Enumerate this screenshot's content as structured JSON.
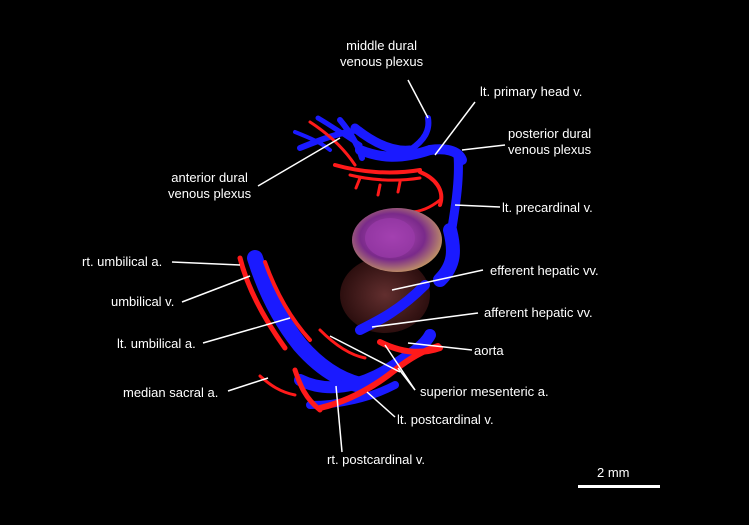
{
  "labels": {
    "middle_dural_line1": "middle dural",
    "middle_dural_line2": "venous plexus",
    "lt_primary_head": "lt. primary head v.",
    "posterior_dural_line1": "posterior dural",
    "posterior_dural_line2": "venous plexus",
    "anterior_dural_line1": "anterior dural",
    "anterior_dural_line2": "venous plexus",
    "lt_precardinal": "lt. precardinal v.",
    "rt_umbilical_a": "rt. umbilical a.",
    "efferent_hepatic": "efferent hepatic vv.",
    "umbilical_v": "umbilical v.",
    "afferent_hepatic": "afferent hepatic vv.",
    "lt_umbilical_a": "lt. umbilical a.",
    "aorta": "aorta",
    "superior_mesenteric": "superior mesenteric a.",
    "median_sacral": "median sacral a.",
    "lt_postcardinal": "lt. postcardinal v.",
    "rt_postcardinal": "rt. postcardinal v."
  },
  "scale_bar": {
    "label": "2 mm"
  },
  "colors": {
    "background": "#000000",
    "veins": "#1a1aff",
    "arteries": "#ff1a1a",
    "heart": "#8a2a9a",
    "label": "#ffffff"
  }
}
